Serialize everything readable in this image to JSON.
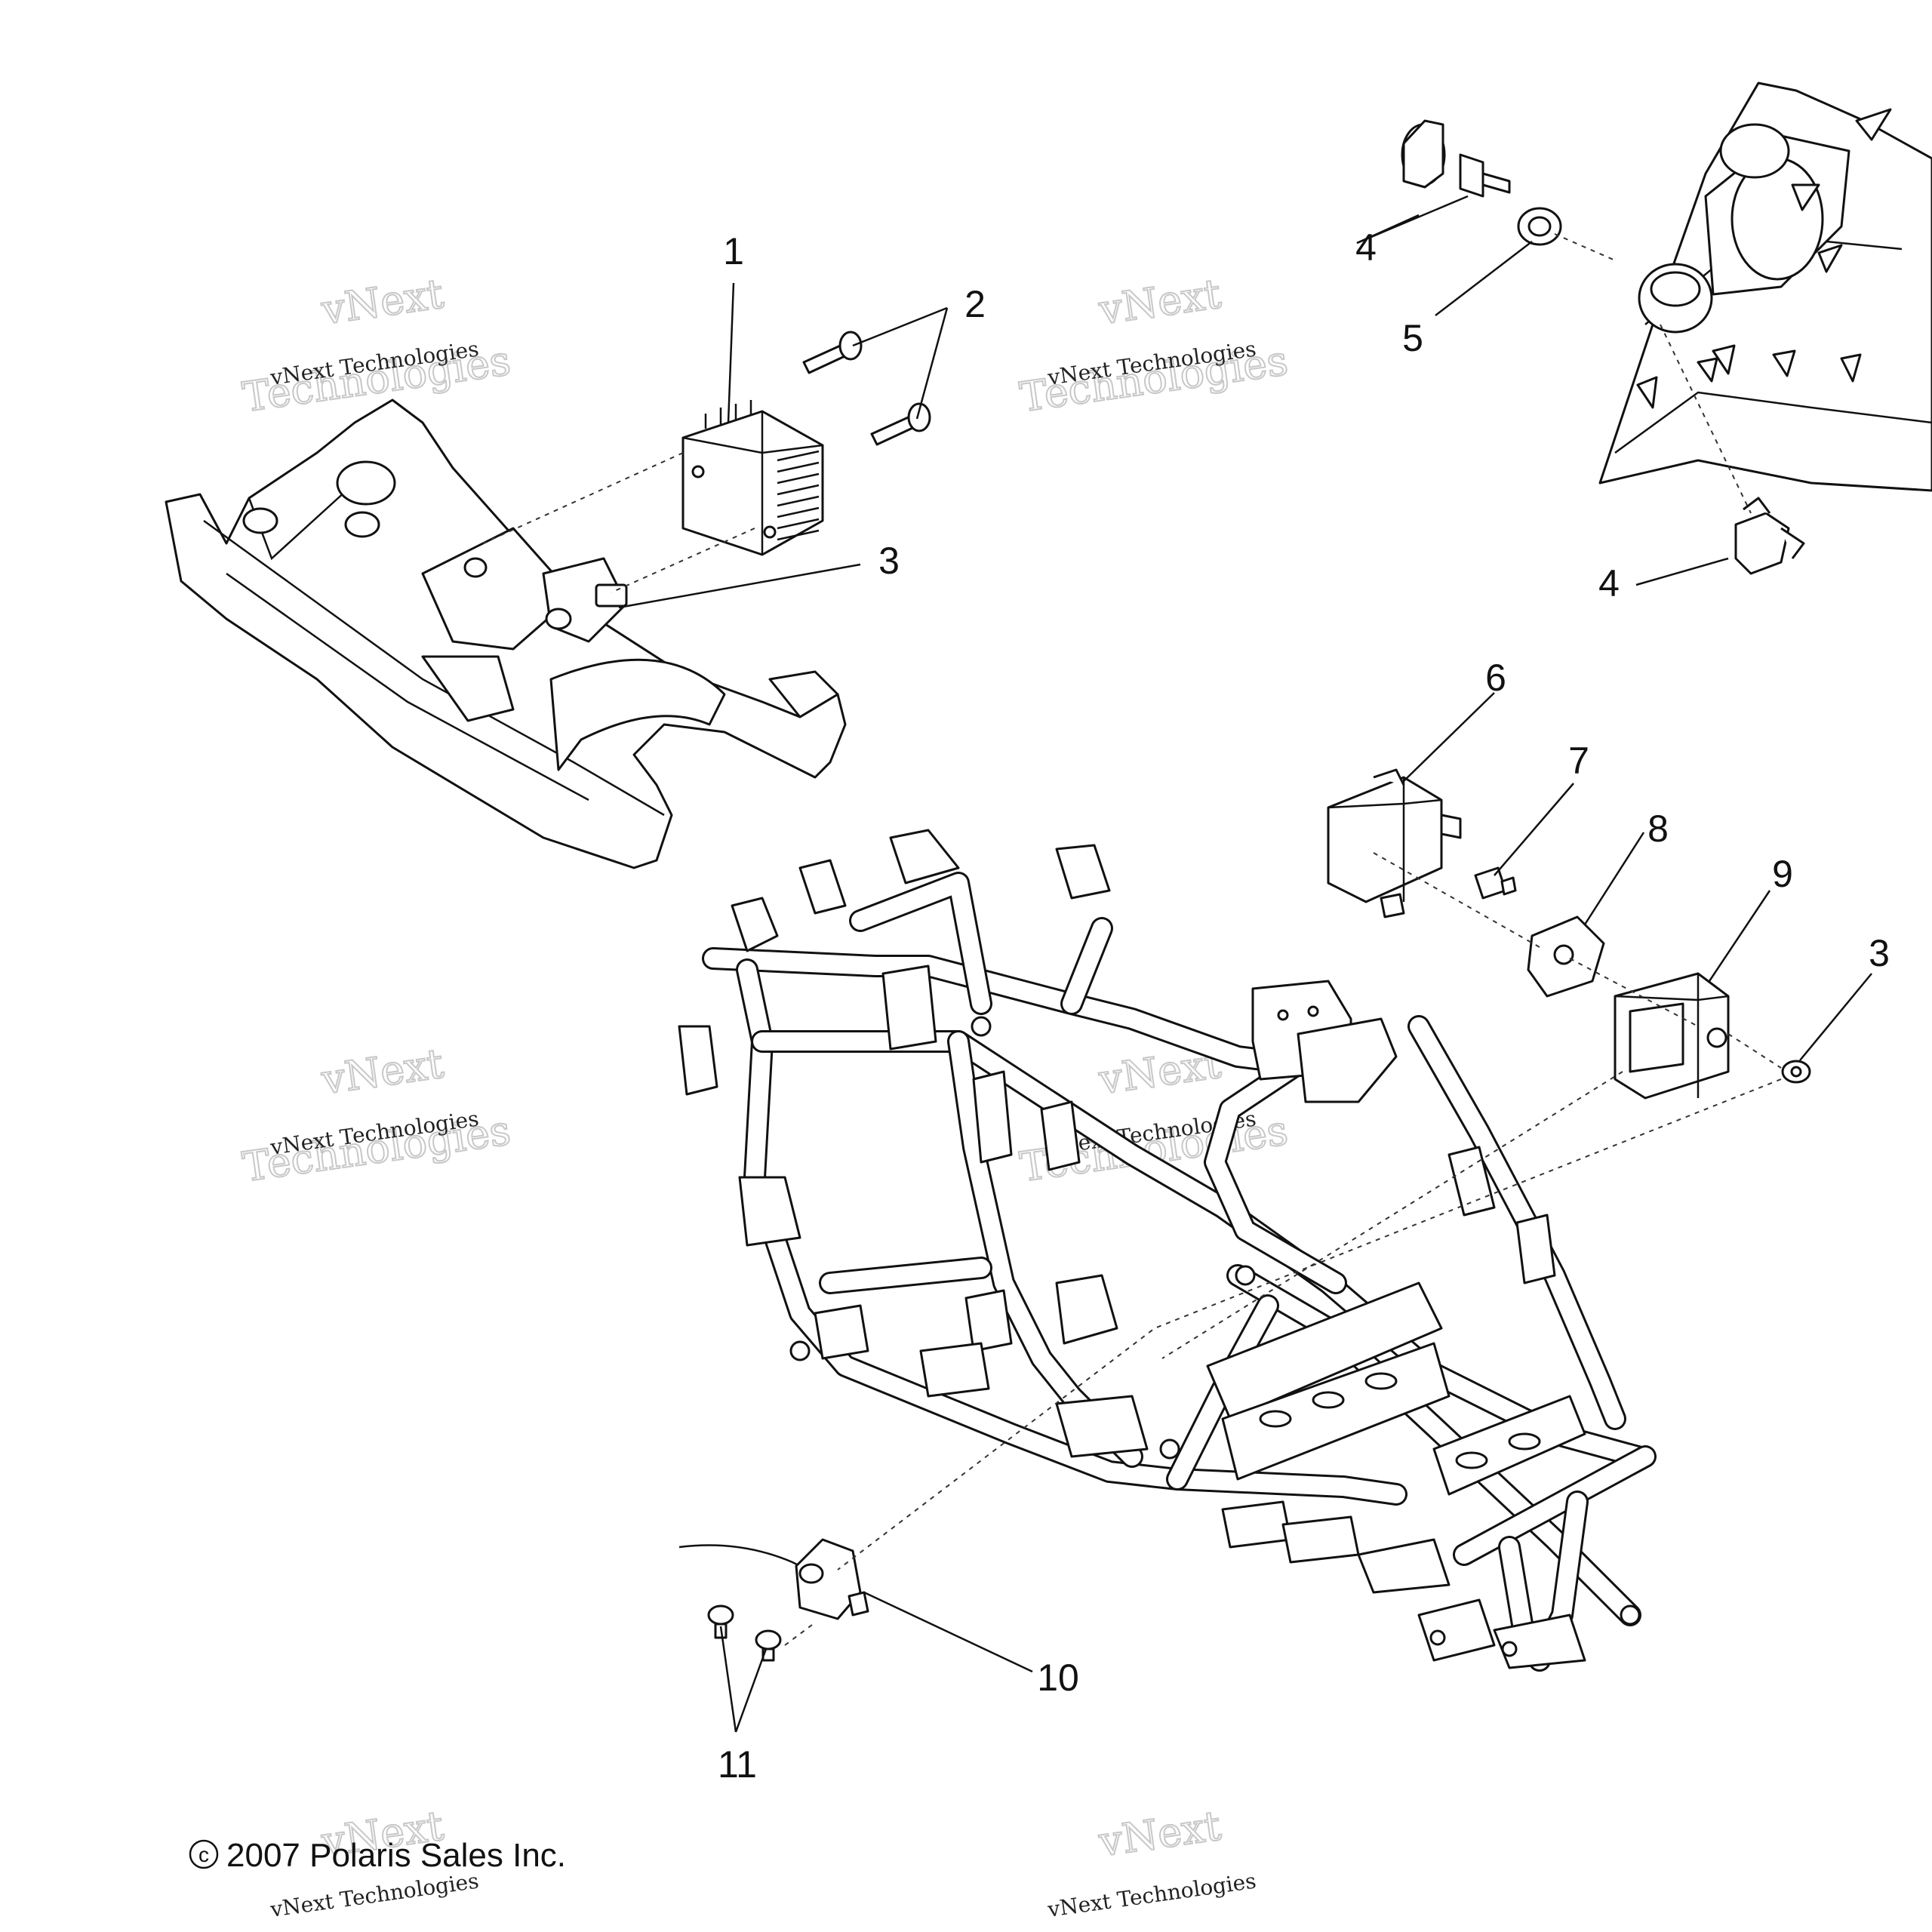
{
  "callouts": [
    {
      "id": "1",
      "label": "1"
    },
    {
      "id": "2",
      "label": "2"
    },
    {
      "id": "3a",
      "label": "3"
    },
    {
      "id": "4a",
      "label": "4"
    },
    {
      "id": "5",
      "label": "5"
    },
    {
      "id": "4b",
      "label": "4"
    },
    {
      "id": "6",
      "label": "6"
    },
    {
      "id": "7",
      "label": "7"
    },
    {
      "id": "8",
      "label": "8"
    },
    {
      "id": "9",
      "label": "9"
    },
    {
      "id": "3b",
      "label": "3"
    },
    {
      "id": "10",
      "label": "10"
    },
    {
      "id": "11",
      "label": "11"
    }
  ],
  "copyright": "2007 Polaris Sales Inc.",
  "copyright_symbol": "c",
  "watermark": {
    "line1": "vNext Technologies",
    "line2": "vNext",
    "line3": "Technologies"
  },
  "colors": {
    "line": "#111111",
    "background": "#ffffff",
    "watermark": "#c8c8c8"
  }
}
